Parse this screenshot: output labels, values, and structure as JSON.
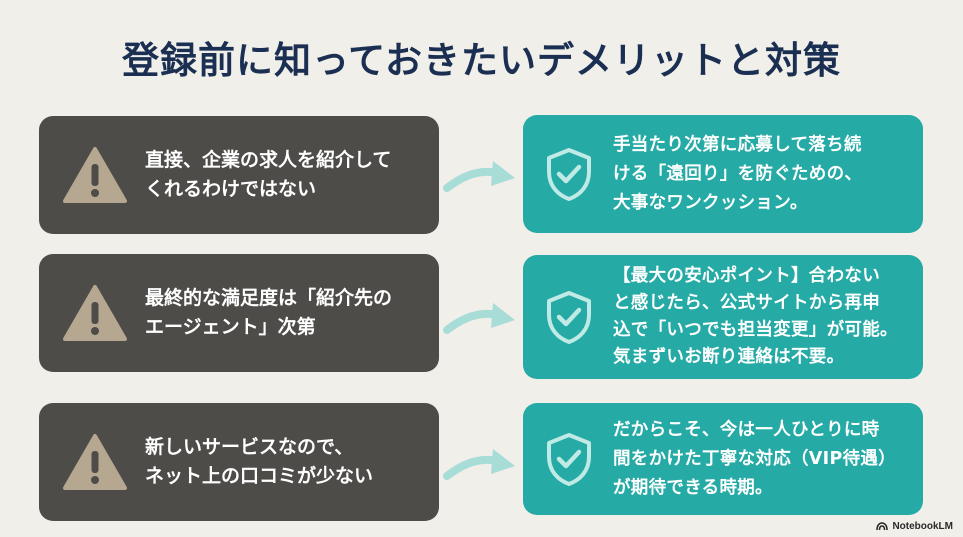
{
  "title": "登録前に知っておきたいデメリットと対策",
  "rows": [
    {
      "demerit": "直接、企業の求人を紹介して\nくれるわけではない",
      "solution": "手当たり次第に応募して落ち続\nける「遠回り」を防ぐための、\n大事なワンクッション。"
    },
    {
      "demerit": "最終的な満足度は「紹介先の\nエージェント」次第",
      "solution": "【最大の安心ポイント】合わない\nと感じたら、公式サイトから再申\n込で「いつでも担当変更」が可能。\n気まずいお断り連絡は不要。"
    },
    {
      "demerit": "新しいサービスなので、\nネット上の口コミが少ない",
      "solution": "だからこそ、今は一人ひとりに時\n間をかけた丁寧な対応（VIP待遇）\nが期待できる時期。"
    }
  ],
  "colors": {
    "background": "#f1efea",
    "title": "#1b2f52",
    "demerit_card": "#4e4c49",
    "solution_card": "#25aaa5",
    "arrow": "#a8dcd7"
  },
  "icons": {
    "demerit": "warning-triangle-icon",
    "solution": "shield-check-icon",
    "connector": "curved-arrow-icon"
  },
  "brand": "NotebookLM"
}
